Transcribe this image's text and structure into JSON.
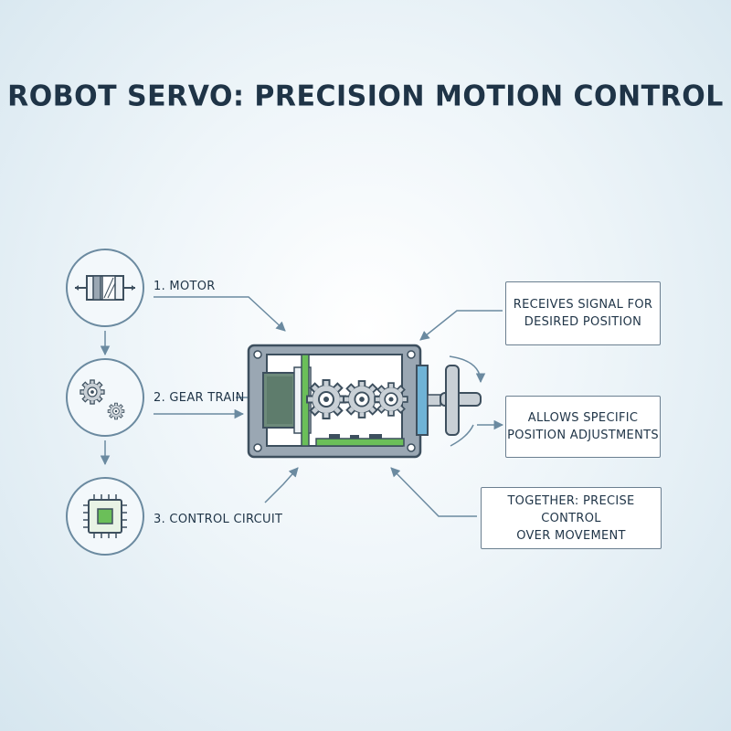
{
  "title": "ROBOT SERVO: PRECISION MOTION CONTROL",
  "components": [
    {
      "label": "1. MOTOR",
      "icon": "motor-icon"
    },
    {
      "label": "2. GEAR TRAIN",
      "icon": "gears-icon"
    },
    {
      "label": "3. CONTROL CIRCUIT",
      "icon": "chip-icon"
    }
  ],
  "callouts": [
    {
      "line1": "RECEIVES SIGNAL FOR",
      "line2": "DESIRED POSITION"
    },
    {
      "line1": "ALLOWS SPECIFIC",
      "line2": "POSITION ADJUSTMENTS"
    },
    {
      "line1": "TOGETHER: PRECISE CONTROL",
      "line2": "OVER MOVEMENT"
    }
  ],
  "colors": {
    "ink": "#1f3447",
    "outline": "#6b7f90",
    "housing": "#9aa7b3",
    "gear": "#c9d0d6",
    "circuit_green": "#6bbf59",
    "shaft_blue": "#6fb3d6"
  }
}
